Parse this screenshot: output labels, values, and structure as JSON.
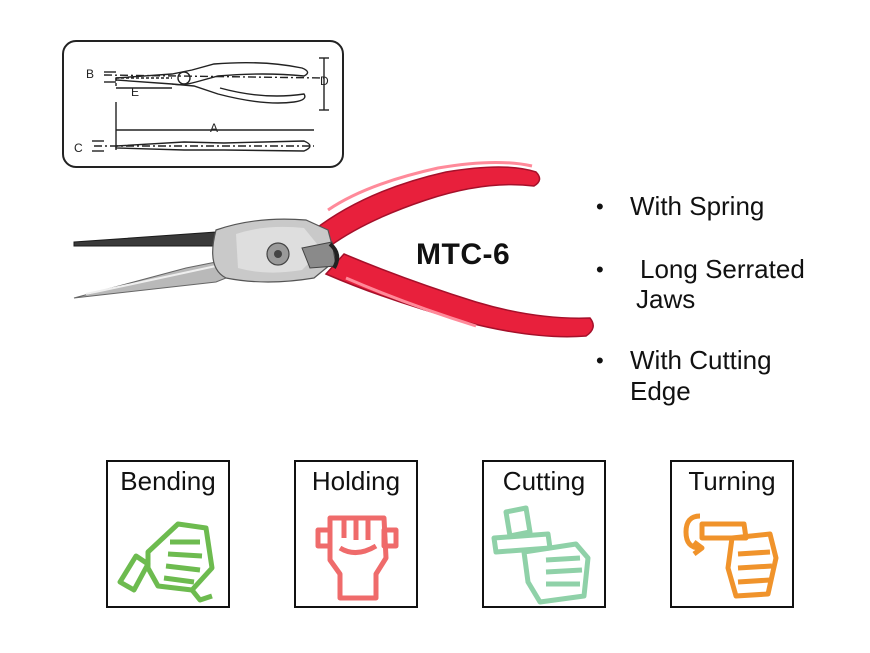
{
  "diagram": {
    "labels": [
      "B",
      "E",
      "D",
      "A",
      "C"
    ],
    "icon": "plier-dimension-diagram-icon"
  },
  "product": {
    "model": "MTC-6",
    "photo_icon": "long-nose-plier-photo",
    "handle_color": "#e8203c"
  },
  "features": [
    {
      "bullet": "•",
      "lines": [
        "With Spring"
      ]
    },
    {
      "bullet": "•",
      "lines": [
        "Long Serrated",
        "Jaws"
      ]
    },
    {
      "bullet": "•",
      "lines": [
        "With Cutting",
        "Edge"
      ]
    }
  ],
  "functions": [
    {
      "label": "Bending",
      "icon": "bending-hand-icon",
      "color": "#6dbb4f"
    },
    {
      "label": "Holding",
      "icon": "holding-fist-icon",
      "color": "#ef6b6b"
    },
    {
      "label": "Cutting",
      "icon": "cutting-hand-icon",
      "color": "#8fd1a8"
    },
    {
      "label": "Turning",
      "icon": "turning-hand-icon",
      "color": "#f0932b"
    }
  ]
}
